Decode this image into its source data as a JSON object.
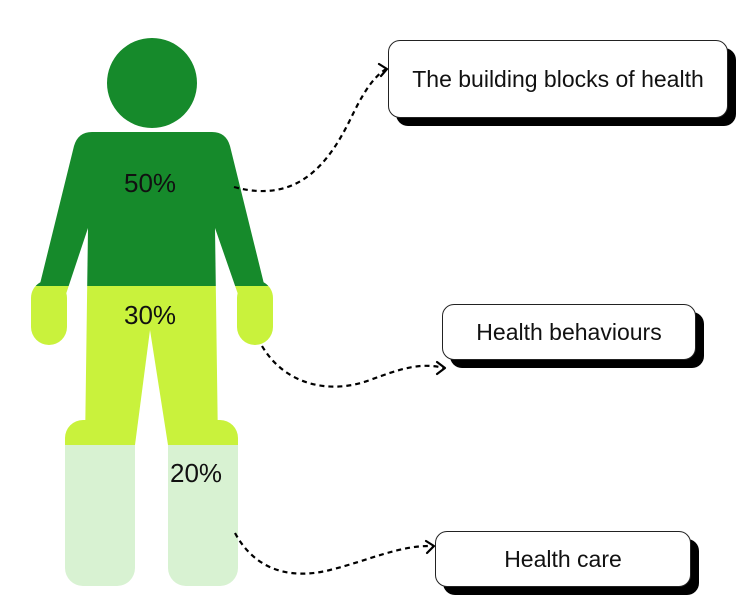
{
  "colors": {
    "top_segment": "#168a2b",
    "middle_segment": "#c9f23c",
    "bottom_segment": "#d8f2d2",
    "connector": "#000000"
  },
  "segments": [
    {
      "percent_label": "50%",
      "box_label": "The building blocks of health"
    },
    {
      "percent_label": "30%",
      "box_label": "Health behaviours"
    },
    {
      "percent_label": "20%",
      "box_label": "Health care"
    }
  ]
}
